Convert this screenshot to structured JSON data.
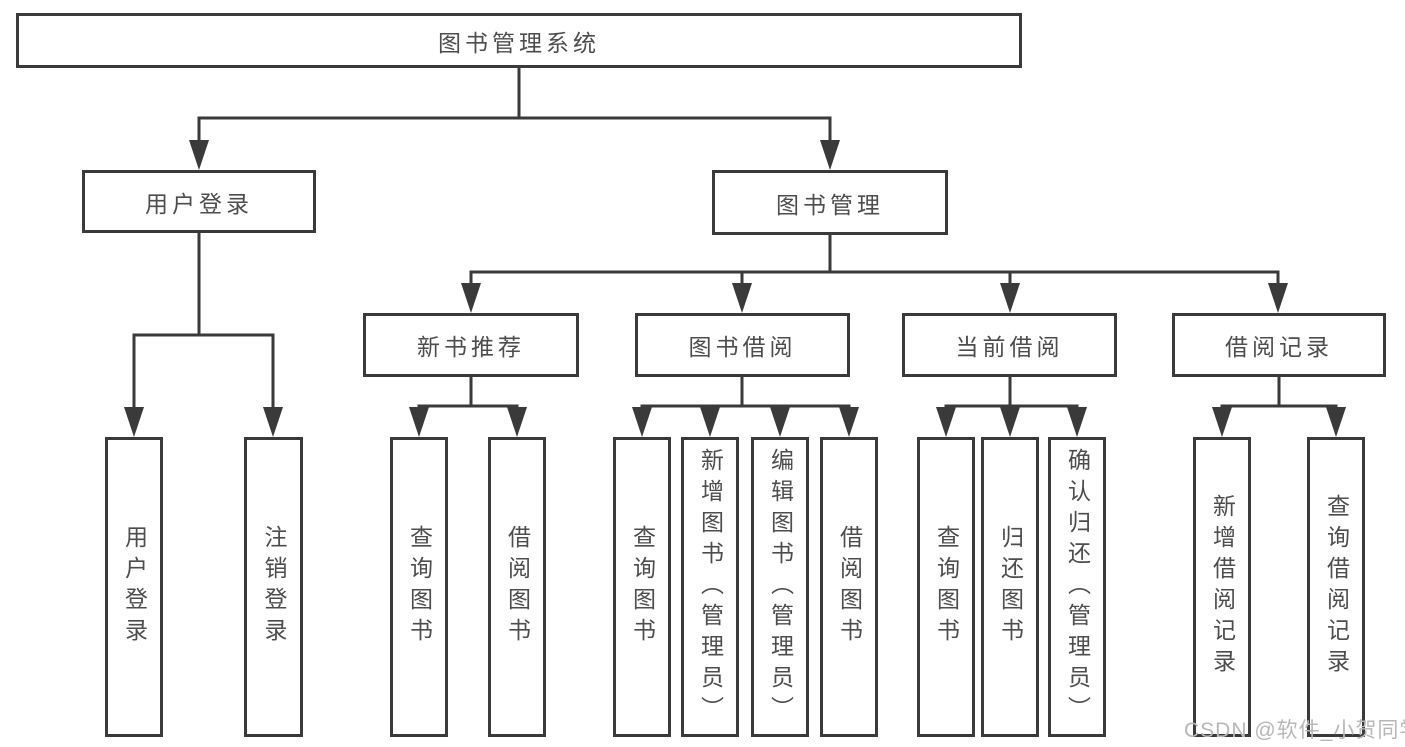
{
  "tree": {
    "label": "图书管理系统",
    "children": [
      {
        "label": "用户登录",
        "children": [
          {
            "label": "用户登录"
          },
          {
            "label": "注销登录"
          }
        ]
      },
      {
        "label": "图书管理",
        "children": [
          {
            "label": "新书推荐",
            "children": [
              {
                "label": "查询图书"
              },
              {
                "label": "借阅图书"
              }
            ]
          },
          {
            "label": "图书借阅",
            "children": [
              {
                "label": "查询图书"
              },
              {
                "label": "新增图书（管理员）"
              },
              {
                "label": "编辑图书（管理员）"
              },
              {
                "label": "借阅图书"
              }
            ]
          },
          {
            "label": "当前借阅",
            "children": [
              {
                "label": "查询图书"
              },
              {
                "label": "归还图书"
              },
              {
                "label": "确认归还（管理员）"
              }
            ]
          },
          {
            "label": "借阅记录",
            "children": [
              {
                "label": "新增借阅记录"
              },
              {
                "label": "查询借阅记录"
              }
            ]
          }
        ]
      }
    ]
  },
  "watermark": {
    "text": "CSDN @软件_小贺同学"
  },
  "colors": {
    "line": "#3a3a3a",
    "text": "#4d4d4d",
    "watermark": "#b7b7b7",
    "background": "#ffffff"
  }
}
